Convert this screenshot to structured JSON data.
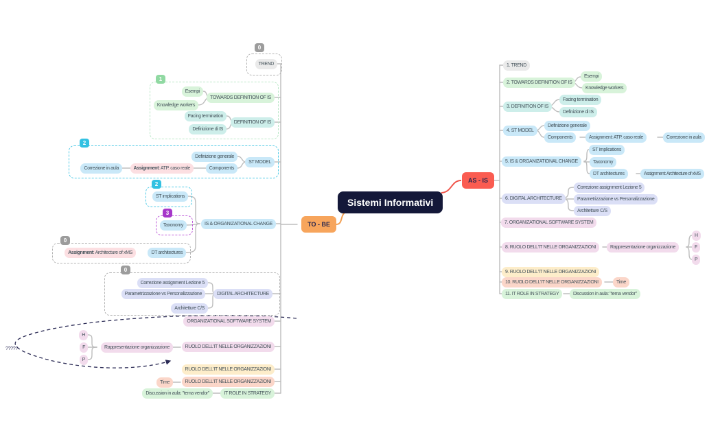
{
  "canvas": {
    "title": "Sistemi Informativi"
  },
  "branches": {
    "to_be": "TO - BE",
    "as_is": "AS - IS"
  },
  "annotation": {
    "question_marks": "?????"
  },
  "colors": {
    "center_bg": "#141839",
    "center_text": "#ffffff",
    "to_be_bg": "#f7a55c",
    "as_is_bg": "#fa5c51",
    "wire": "#bdbdbd",
    "green": "#d8f3da",
    "teal": "#cdeeea",
    "blue": "#c9e8f8",
    "pink": "#fcdfe2",
    "lavender": "#dbdff6",
    "magenta": "#f2dbec",
    "yellow": "#fdedca",
    "salmon": "#fbd6c9",
    "gray": "#eaeaea",
    "badge_gray": "#9c9c9c",
    "badge_green": "#90d9a2",
    "badge_cyan": "#33c1e2",
    "badge_purple": "#a637ca",
    "annotation_ink": "#2b2b55"
  },
  "to_be": {
    "trend_badge": "0",
    "trend": "TREND",
    "group1_badge": "1",
    "esempi": "Esempi",
    "knowledge_workers": "Knowledge workers",
    "towards_definition": "TOWARDS DEFINITION OF IS",
    "facing_termination": "Facing termination",
    "definizione_di_is": "Definizione di IS",
    "definition_of_is": "DEFINITION OF IS",
    "group2_badge": "2",
    "definizione_generale": "Definizione generale",
    "correzione_in_aula": "Correzione in aula",
    "assignment_label": "Assignment",
    "assignment_atp_rest": ": ATP. caso reale",
    "components": "Components",
    "st_model": "ST MODEL",
    "st_impl_badge": "2",
    "st_implications": "ST implications",
    "taxonomy_badge": "3",
    "taxonomy": "Taxonomy",
    "is_org_change": "IS & ORGANIZATIONAL CHANGE",
    "xms_badge": "0",
    "assignment_xms_rest": ": Architecture of xMS",
    "dt_architectures": "DT architectures",
    "digital_badge": "0",
    "correzione_assignment": "Correzione assignment Lezione 5",
    "parametrizzazione": "Parametrizzazione vs Personalizzazione",
    "architetture_cs": "Architetture C/S",
    "digital_architecture": "DIGITAL ARCHITECTURE",
    "org_software_system": "ORGANIZATIONAL SOFTWARE SYSTEM",
    "h": "H",
    "f": "F",
    "p": "P",
    "rappresentazione": "Rappresentazione organizzazione",
    "ruolo_pink": "RUOLO DELL'IT NELLE ORGANIZZAZIONI",
    "ruolo_yellow": "RUOLO DELL'IT NELLE ORGANIZZAZIONI",
    "ruolo_salmon": "RUOLO DELL'IT NELLE ORGANIZZAZIONI",
    "time": "Time",
    "discussion": "Discussion in aula: \"tema vendor\"",
    "it_role_strategy": "IT ROLE IN STRATEGY"
  },
  "as_is": {
    "n1": "1. TREND",
    "n2": "2. TOWARDS DEFINITION OF IS",
    "esempi": "Esempi",
    "knowledge_workers": "Knowledge workers",
    "n3": "3. DEFINITION OF IS",
    "facing_termination": "Facing termination",
    "definizione_di_is": "Definizione di IS",
    "n4": "4. ST MODEL",
    "definizione_generale": "Definizione generale",
    "components": "Components",
    "assignment_atp": "Assignment: ATP. caso reale",
    "correzione_in_aula": "Correzione in aula",
    "n5": "5. IS & ORGANIZATIONAL CHANGE",
    "st_implications": "ST implications",
    "taxonomy": "Taxonomy",
    "dt_architectures": "DT architectures",
    "assignment_xms": "Assignment: Architecture of xMS",
    "n6": "6. DIGITAL ARCHITECTURE",
    "correzione_assignment": "Correzione assignment Lezione 5",
    "parametrizzazione": "Parametrizzazione vs Personalizzazione",
    "architetture_cs": "Architetture C/S",
    "n7": "7. ORGANIZATIONAL SOFTWARE SYSTEM",
    "n8": "8. RUOLO DELL'IT NELLE ORGANIZZAZIONI",
    "rappresentazione": "Rappresentazione organizzazione",
    "h": "H",
    "f": "F",
    "p": "P",
    "n9": "9. RUOLO DELL'IT NELLE ORGANIZZAZIONI",
    "n10": "10. RUOLO DELL'IT NELLE ORGANIZZAZIONI",
    "time": "Time",
    "n11": "11. IT ROLE IN STRATEGY",
    "discussion": "Discussion in aula: \"tema vendor\""
  }
}
